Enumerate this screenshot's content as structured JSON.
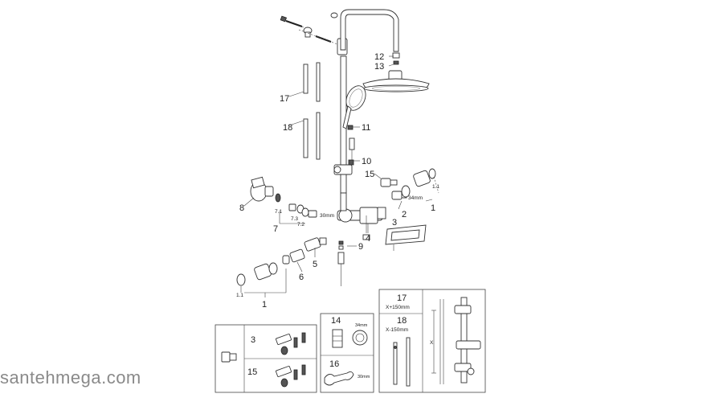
{
  "callouts": {
    "c1_right": "1",
    "c1_1_right": "1.1",
    "c2": "2",
    "c3": "3",
    "c4": "4",
    "c5": "5",
    "c6": "6",
    "c7": "7",
    "c7_1": "7.1",
    "c7_2": "7.2",
    "c7_3": "7.3",
    "c8": "8",
    "c9": "9",
    "c10": "10",
    "c11": "11",
    "c12": "12",
    "c13": "13",
    "c15": "15",
    "c17": "17",
    "c18": "18",
    "c1_left": "1",
    "c1_1_left": "1.1"
  },
  "dims": {
    "mm34": "34mm",
    "mm30": "30mm"
  },
  "kit_box": {
    "row_a": "3",
    "row_b": "15"
  },
  "tool_box": {
    "item_a": "14",
    "item_a_dim": "34mm",
    "item_b": "16",
    "item_b_dim": "30mm"
  },
  "rail_box": {
    "item_a": "17",
    "item_a_len": "X+150mm",
    "item_b": "18",
    "item_b_len": "X-150mm",
    "x_mark": "X"
  },
  "watermark": "santehmega.com"
}
